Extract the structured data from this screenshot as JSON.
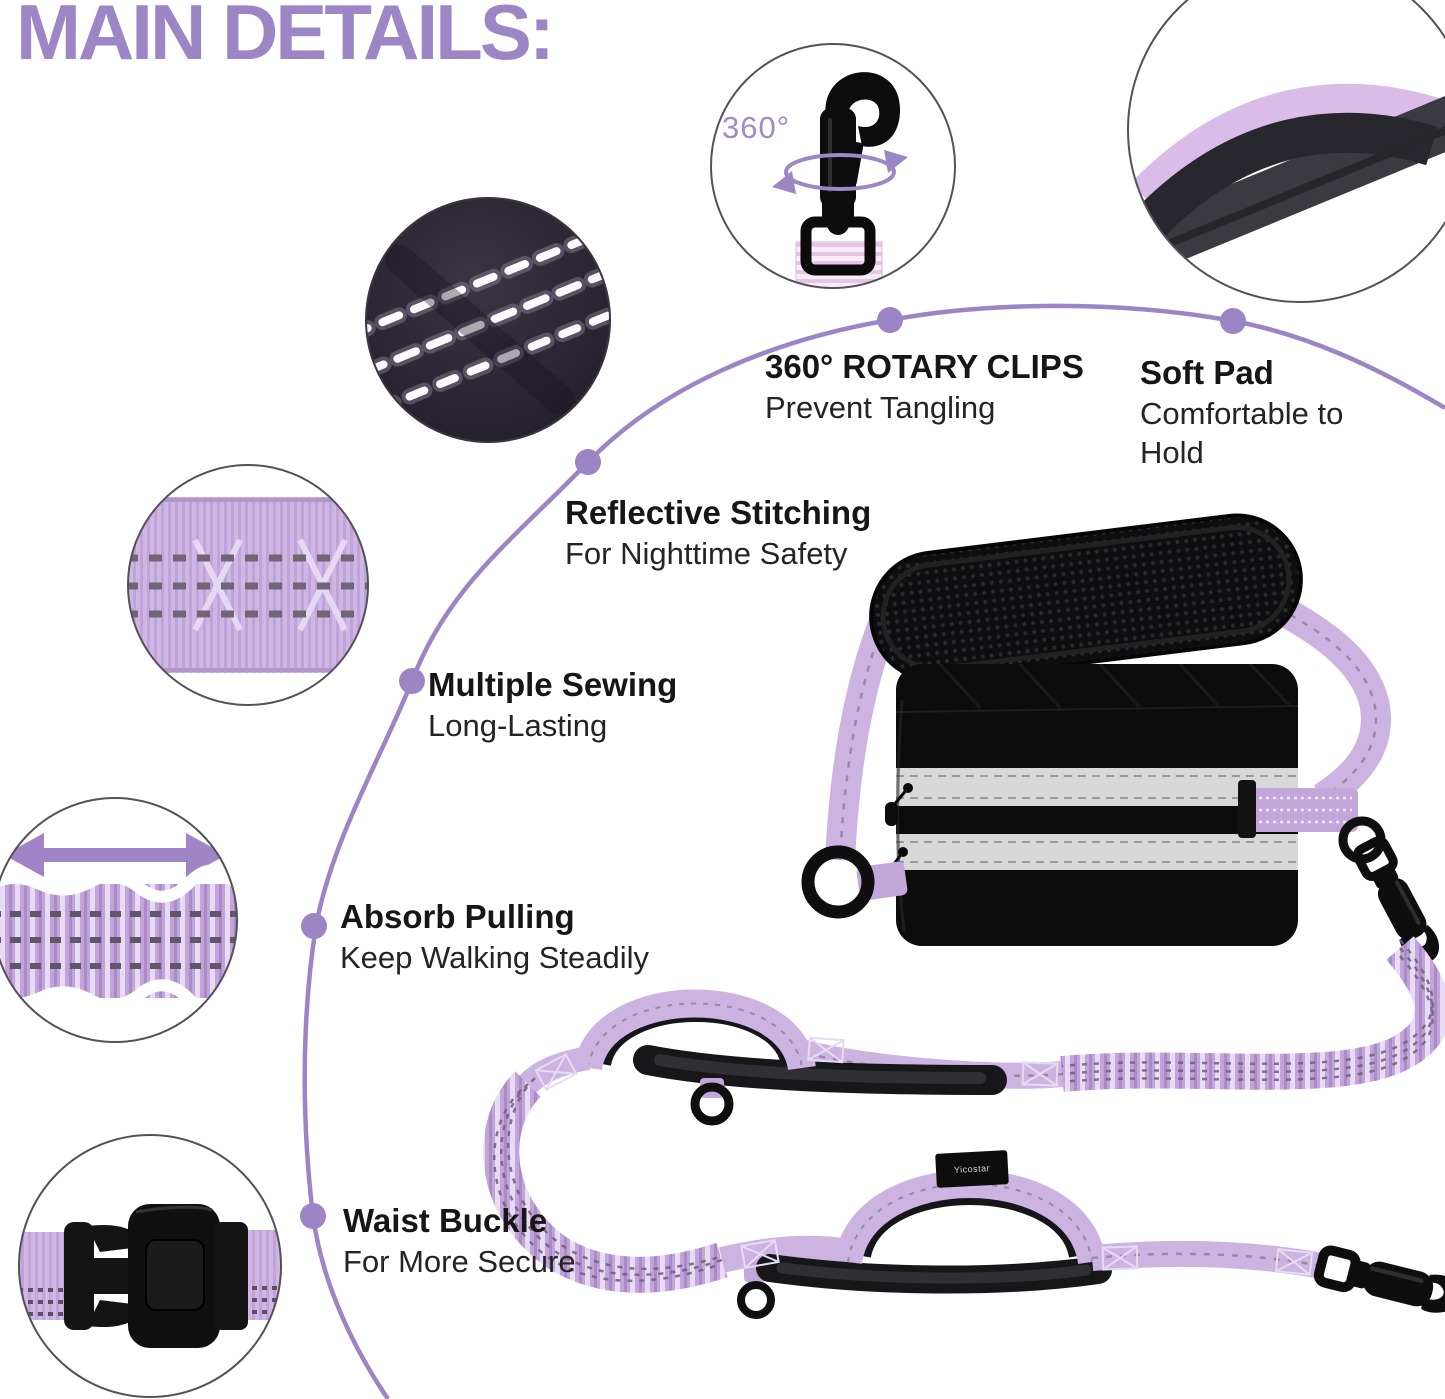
{
  "title": "MAIN DETAILS:",
  "annotations": {
    "rotation_label": "360°",
    "brand_tag": "Yicostar"
  },
  "features": [
    {
      "id": "rotary-clips",
      "title": "360° ROTARY CLIPS",
      "subtitle": "Prevent Tangling"
    },
    {
      "id": "soft-pad",
      "title": "Soft Pad",
      "subtitle": "Comfortable to Hold"
    },
    {
      "id": "reflective-stitching",
      "title": "Reflective Stitching",
      "subtitle": "For Nighttime Safety"
    },
    {
      "id": "multiple-sewing",
      "title": "Multiple Sewing",
      "subtitle": "Long-Lasting"
    },
    {
      "id": "absorb-pulling",
      "title": "Absorb Pulling",
      "subtitle": "Keep Walking Steadily"
    },
    {
      "id": "waist-buckle",
      "title": "Waist Buckle",
      "subtitle": "For More Secure"
    }
  ],
  "colors": {
    "accent_purple": "#9c86c6",
    "arc_purple": "#9c84c5",
    "lavender_webbing": "#cdb3e2",
    "bungee_purple": "#c2a4da",
    "product_black": "#0c0c0c",
    "reflective_silver": "#d8d8d8",
    "text": "#1c1c1c",
    "background": "#ffffff"
  }
}
